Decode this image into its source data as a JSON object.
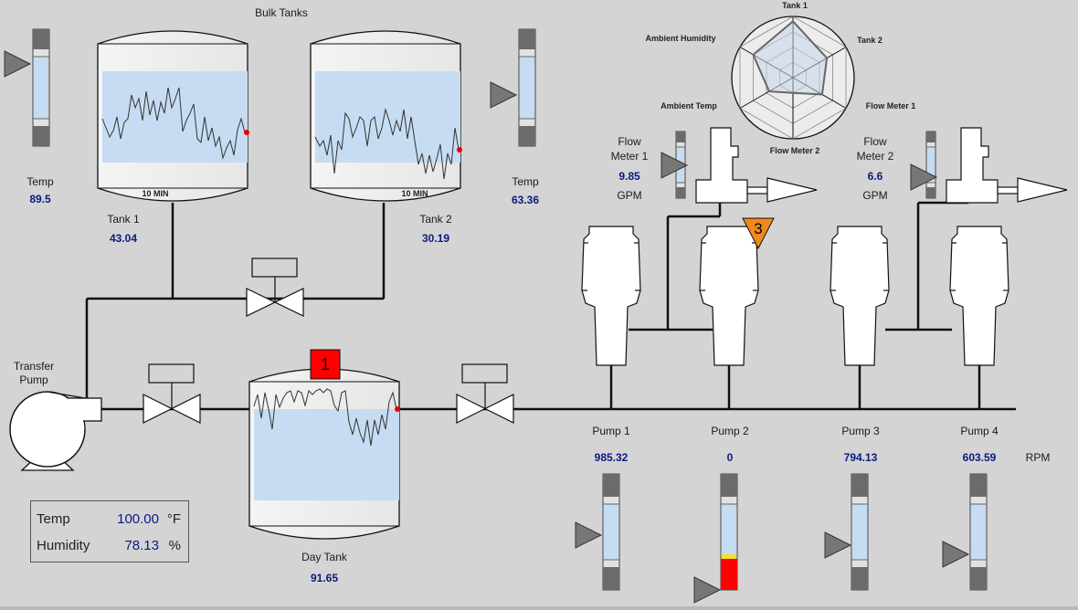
{
  "header": {
    "bulk_tanks_label": "Bulk Tanks"
  },
  "radar": {
    "labels": [
      "Tank 1",
      "Tank 2",
      "Flow Meter 1",
      "Flow Meter 2",
      "Ambient Temp",
      "Ambient Humidity"
    ]
  },
  "temp_left": {
    "label": "Temp",
    "value": "89.5"
  },
  "temp_right": {
    "label": "Temp",
    "value": "63.36"
  },
  "tank1": {
    "label": "Tank 1",
    "value": "43.04",
    "trend_label": "10 MIN"
  },
  "tank2": {
    "label": "Tank 2",
    "value": "30.19",
    "trend_label": "10 MIN"
  },
  "day_tank": {
    "label": "Day Tank",
    "value": "91.65",
    "alarm_badge": "1"
  },
  "flow_meter_1": {
    "label_line1": "Flow",
    "label_line2": "Meter 1",
    "value": "9.85",
    "unit": "GPM"
  },
  "flow_meter_2": {
    "label_line1": "Flow",
    "label_line2": "Meter 2",
    "value": "6.6",
    "unit": "GPM"
  },
  "alarm_triangle": {
    "text": "3"
  },
  "transfer_pump": {
    "label_line1": "Transfer",
    "label_line2": "Pump"
  },
  "pumps": [
    {
      "label": "Pump 1",
      "value": "985.32"
    },
    {
      "label": "Pump 2",
      "value": "0"
    },
    {
      "label": "Pump 3",
      "value": "794.13"
    },
    {
      "label": "Pump 4",
      "value": "603.59"
    }
  ],
  "rpm_unit": "RPM",
  "environment": {
    "temp_label": "Temp",
    "temp_value": "100.00",
    "temp_unit": "°F",
    "humidity_label": "Humidity",
    "humidity_value": "78.13",
    "humidity_unit": "%"
  },
  "colors": {
    "background": "#d4d4d4",
    "trend_fill": "#c6dcf2",
    "value_text": "#0a1a80",
    "alarm_red": "#ff0000",
    "alarm_orange": "#f08a1c",
    "bar_fill": "#c6dcf2"
  }
}
